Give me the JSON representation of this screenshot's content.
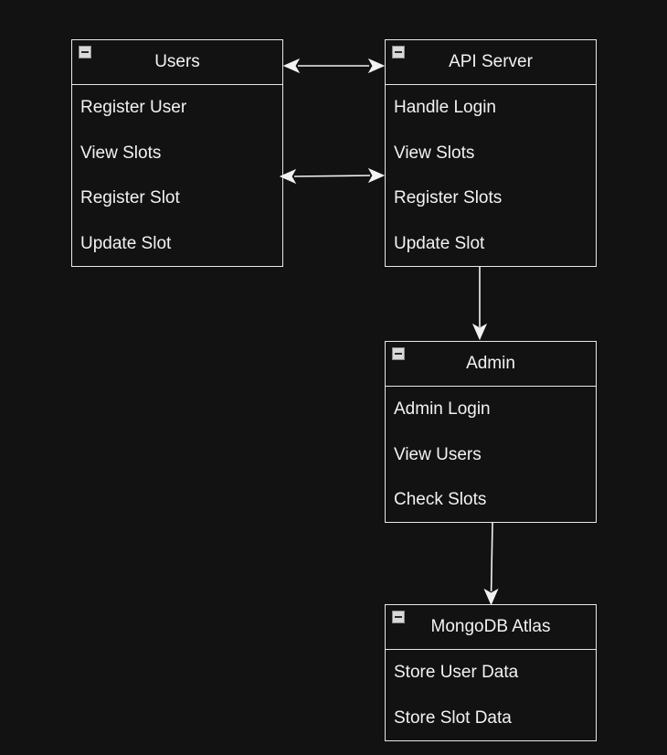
{
  "entities": {
    "users": {
      "title": "Users",
      "items": [
        "Register User",
        "View Slots",
        "Register Slot",
        "Update Slot"
      ]
    },
    "api_server": {
      "title": "API Server",
      "items": [
        "Handle Login",
        "View Slots",
        "Register Slots",
        "Update Slot"
      ]
    },
    "admin": {
      "title": "Admin",
      "items": [
        "Admin Login",
        "View Users",
        "Check Slots"
      ]
    },
    "mongodb": {
      "title": "MongoDB Atlas",
      "items": [
        "Store User Data",
        "Store Slot Data"
      ]
    }
  },
  "connections": [
    {
      "from": "users",
      "to": "api_server",
      "direction": "bidirectional"
    },
    {
      "from": "users",
      "to": "api_server",
      "direction": "bidirectional"
    },
    {
      "from": "api_server",
      "to": "admin",
      "direction": "forward"
    },
    {
      "from": "admin",
      "to": "mongodb",
      "direction": "forward"
    }
  ],
  "colors": {
    "background": "#121212",
    "stroke": "#e8e8e8",
    "text": "#f2f2f2"
  }
}
